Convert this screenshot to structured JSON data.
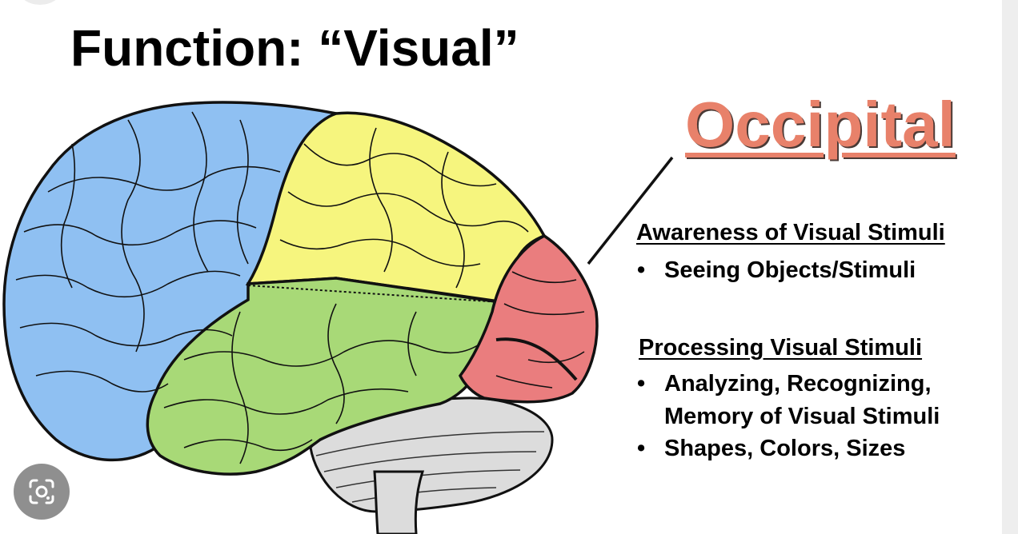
{
  "slide": {
    "title": "Function: “Visual”",
    "lobe_label": "Occipital",
    "section_awareness": {
      "heading": "Awareness of Visual Stimuli",
      "bullets": [
        "Seeing Objects/Stimuli"
      ]
    },
    "section_processing": {
      "heading": "Processing Visual Stimuli",
      "bullets": [
        "Analyzing, Recognizing,",
        "Memory of Visual Stimuli",
        "Shapes, Colors, Sizes"
      ]
    }
  },
  "colors": {
    "frontal": "#8fc0f2",
    "parietal": "#f6f57e",
    "temporal": "#a8d977",
    "occipital": "#ea7d7e",
    "cerebellum": "#dcdcdc",
    "label": "#e8816a"
  },
  "overlay": {
    "lens_icon": "google-lens-icon"
  }
}
